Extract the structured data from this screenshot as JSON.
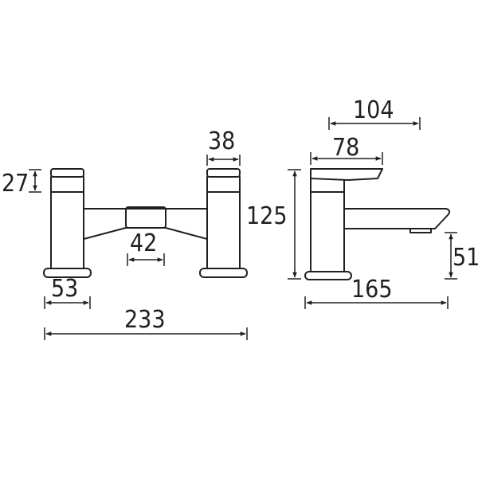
{
  "dimensions": {
    "front_handle_height": "27",
    "front_handle_width": "38",
    "front_spout_width": "42",
    "front_base_width": "53",
    "front_overall_width": "233",
    "side_overall_depth": "104",
    "side_handle_depth": "78",
    "side_overall_height": "125",
    "side_spout_clearance": "51",
    "side_overall_length": "165"
  },
  "colors": {
    "line": "#231f20",
    "background": "#ffffff"
  }
}
